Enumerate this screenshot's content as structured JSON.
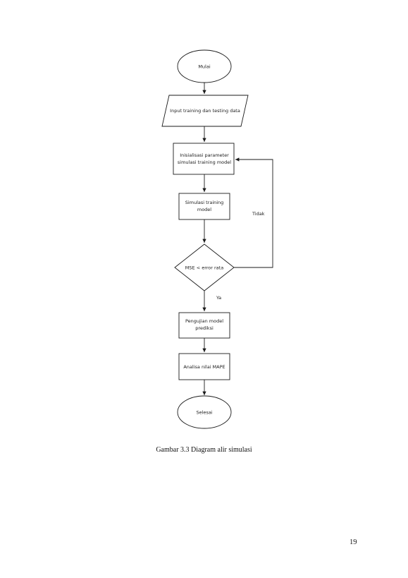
{
  "diagram": {
    "nodes": {
      "start": "Mulai",
      "input": "Input training dan testing data",
      "init_line1": "Inisialisasi parameter",
      "init_line2": "simulasi training model",
      "sim_line1": "Simulasi training",
      "sim_line2": "model",
      "decision": "MSE < error rata",
      "test_line1": "Pengujian model",
      "test_line2": "prediksi",
      "analysis": "Analisa nilai MAPE",
      "end": "Selesai"
    },
    "edges": {
      "no_label": "Tidak",
      "yes_label": "Ya"
    }
  },
  "caption": "Gambar 3.3 Diagram alir simulasi",
  "page_number": "19"
}
